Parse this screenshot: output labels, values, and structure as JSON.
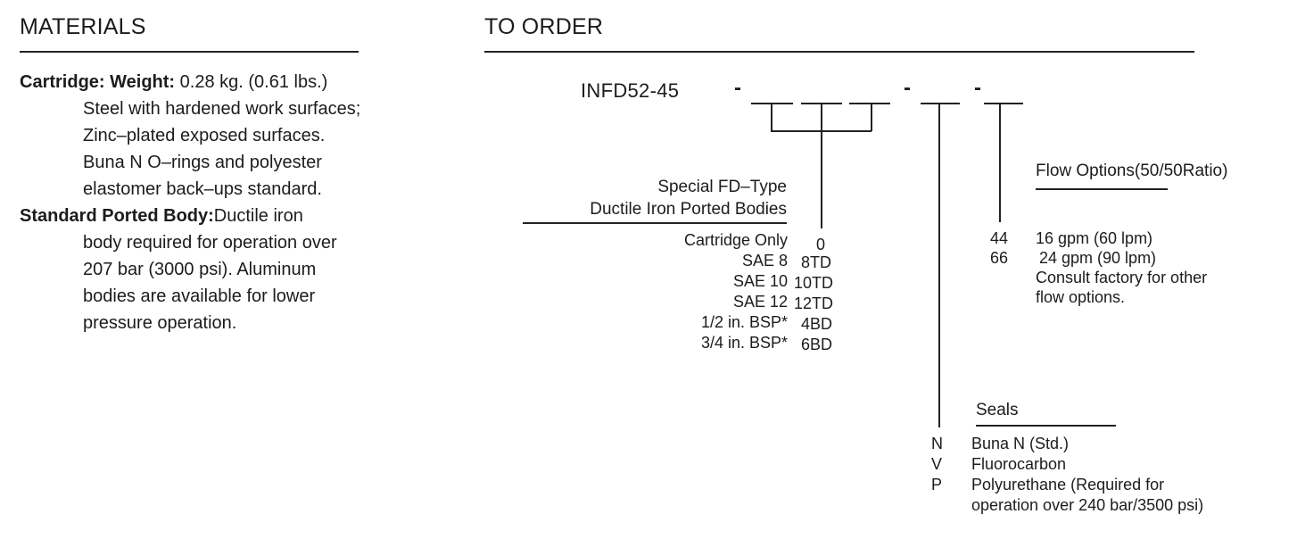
{
  "materials": {
    "heading": "MATERIALS",
    "cartridge_label": "Cartridge: Weight:",
    "cartridge_weight": " 0.28 kg. (0.61 lbs.)",
    "cartridge_lines": [
      "Steel with hardened work surfaces;",
      "Zinc–plated exposed surfaces.",
      "Buna N O–rings and polyester",
      "elastomer back–ups standard."
    ],
    "body_label": "Standard Ported Body:",
    "body_first": "Ductile iron",
    "body_lines": [
      "body required for operation over",
      "207 bar (3000 psi). Aluminum",
      "bodies are available for lower",
      "pressure operation."
    ]
  },
  "order": {
    "heading": "TO ORDER",
    "model": "INFD52-45",
    "dash": "-",
    "bodies": {
      "title_line1": "Special FD–Type",
      "title_line2": "Ductile Iron Ported Bodies",
      "options": [
        {
          "name": "Cartridge Only",
          "code": "0"
        },
        {
          "name": "SAE 8",
          "code": "8TD"
        },
        {
          "name": "SAE 10",
          "code": "10TD"
        },
        {
          "name": "SAE 12",
          "code": "12TD"
        },
        {
          "name": "1/2 in. BSP*",
          "code": "4BD"
        },
        {
          "name": "3/4 in. BSP*",
          "code": "6BD"
        }
      ]
    },
    "flow": {
      "title": "Flow Options(50/50Ratio)",
      "options": [
        {
          "code": "44",
          "desc": "16 gpm (60 lpm)"
        },
        {
          "code": "66",
          "desc": "24 gpm (90 lpm)"
        }
      ],
      "note_line1": "Consult factory for other",
      "note_line2": "flow options."
    },
    "seals": {
      "title": "Seals",
      "options": [
        {
          "code": "N",
          "desc": "Buna N (Std.)"
        },
        {
          "code": "V",
          "desc": "Fluorocarbon"
        },
        {
          "code": "P",
          "desc": "Polyurethane (Required for"
        }
      ],
      "note": "operation over 240 bar/3500 psi)"
    }
  }
}
